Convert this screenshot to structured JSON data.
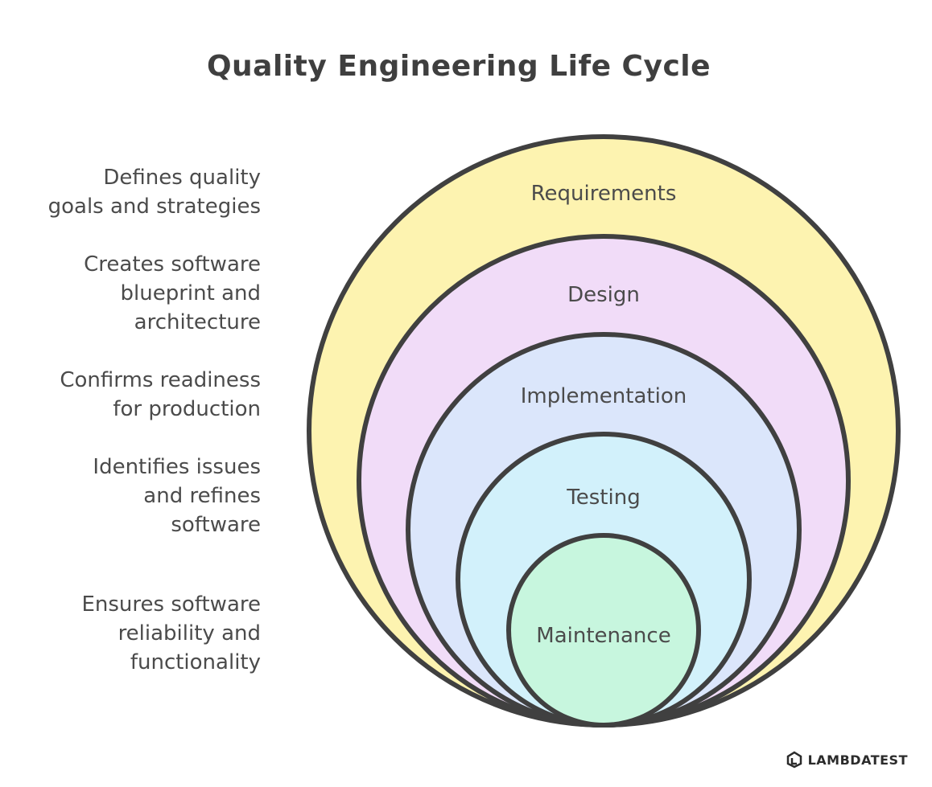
{
  "title": "Quality Engineering Life Cycle",
  "stages": [
    {
      "name": "Requirements",
      "description": "Defines quality goals and strategies",
      "color": "#fdf3b0"
    },
    {
      "name": "Design",
      "description": "Creates software blueprint and architecture",
      "color": "#f1dcf8"
    },
    {
      "name": "Implementation",
      "description": "Confirms readiness for production",
      "color": "#dbe6fb"
    },
    {
      "name": "Testing",
      "description": "Identifies issues and refines software",
      "color": "#d2f1fb"
    },
    {
      "name": "Maintenance",
      "description": "Ensures software reliability and functionality",
      "color": "#c7f6de"
    }
  ],
  "descriptions": [
    {
      "lines": [
        "Defines quality",
        "goals and strategies"
      ]
    },
    {
      "lines": [
        "Creates software",
        "blueprint and",
        "architecture"
      ]
    },
    {
      "lines": [
        "Confirms readiness",
        "for production"
      ]
    },
    {
      "lines": [
        "Identifies issues",
        "and refines",
        "software"
      ]
    },
    {
      "lines": [
        "Ensures software",
        "reliability and",
        "functionality"
      ]
    }
  ],
  "outline_color": "#404040",
  "logo": {
    "text": "LAMBDATEST",
    "icon": "lambdatest-logo-icon"
  }
}
